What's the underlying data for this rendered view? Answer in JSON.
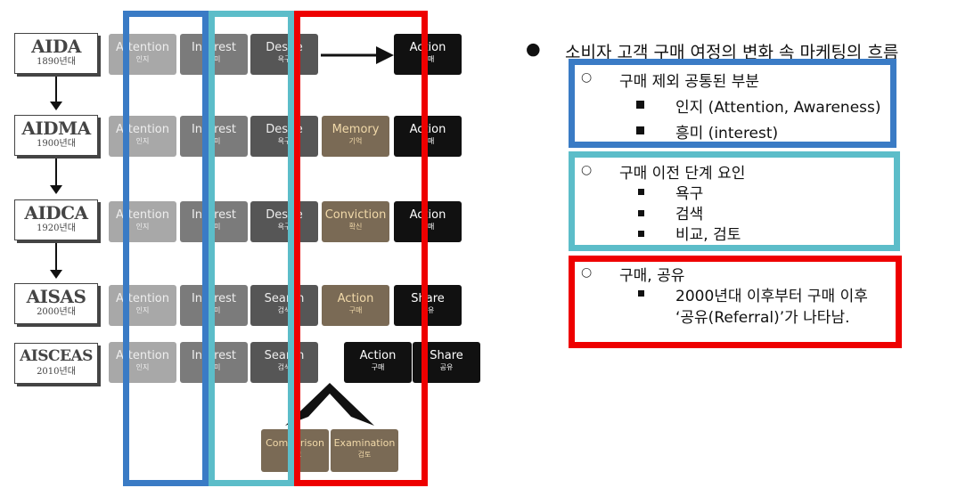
{
  "models": [
    {
      "name": "AIDA",
      "year": "1890년대"
    },
    {
      "name": "AIDMA",
      "year": "1900년대"
    },
    {
      "name": "AIDCA",
      "year": "1920년대"
    },
    {
      "name": "AISAS",
      "year": "2000년대"
    },
    {
      "name": "AISCEAS",
      "year": "2010년대"
    }
  ],
  "stages": {
    "attention": {
      "en": "Attention",
      "ko": "인지"
    },
    "interest": {
      "en": "Interest",
      "ko": "흥미"
    },
    "desire": {
      "en": "Desire",
      "ko": "욕구"
    },
    "memory": {
      "en": "Memory",
      "ko": "기억"
    },
    "conviction": {
      "en": "Conviction",
      "ko": "확신"
    },
    "search": {
      "en": "Search",
      "ko": "검색"
    },
    "action": {
      "en": "Action",
      "ko": "구매"
    },
    "share": {
      "en": "Share",
      "ko": "공유"
    },
    "comparison": {
      "en": "Comparison",
      "ko": "비교"
    },
    "examination": {
      "en": "Examination",
      "ko": "검토"
    }
  },
  "notes": {
    "main_bullet": "소비자 고객 구매 여정의 변화 속 마케팅의 흐름",
    "blue": {
      "heading": "구매 제외 공통된 부분",
      "items": [
        "인지 (Attention, Awareness)",
        "흥미 (interest)"
      ]
    },
    "cyan": {
      "heading": "구매 이전 단계 요인",
      "items": [
        "욕구",
        "검색",
        "비교, 검토"
      ]
    },
    "red": {
      "heading": "구매, 공유",
      "items": [
        "2000년대 이후부터 구매 이후",
        "‘공유(Referral)’가 나타남."
      ]
    }
  },
  "colors": {
    "blue_frame": "#3a7bc5",
    "cyan_frame": "#5cbdc9",
    "red_frame": "#ee0000"
  }
}
